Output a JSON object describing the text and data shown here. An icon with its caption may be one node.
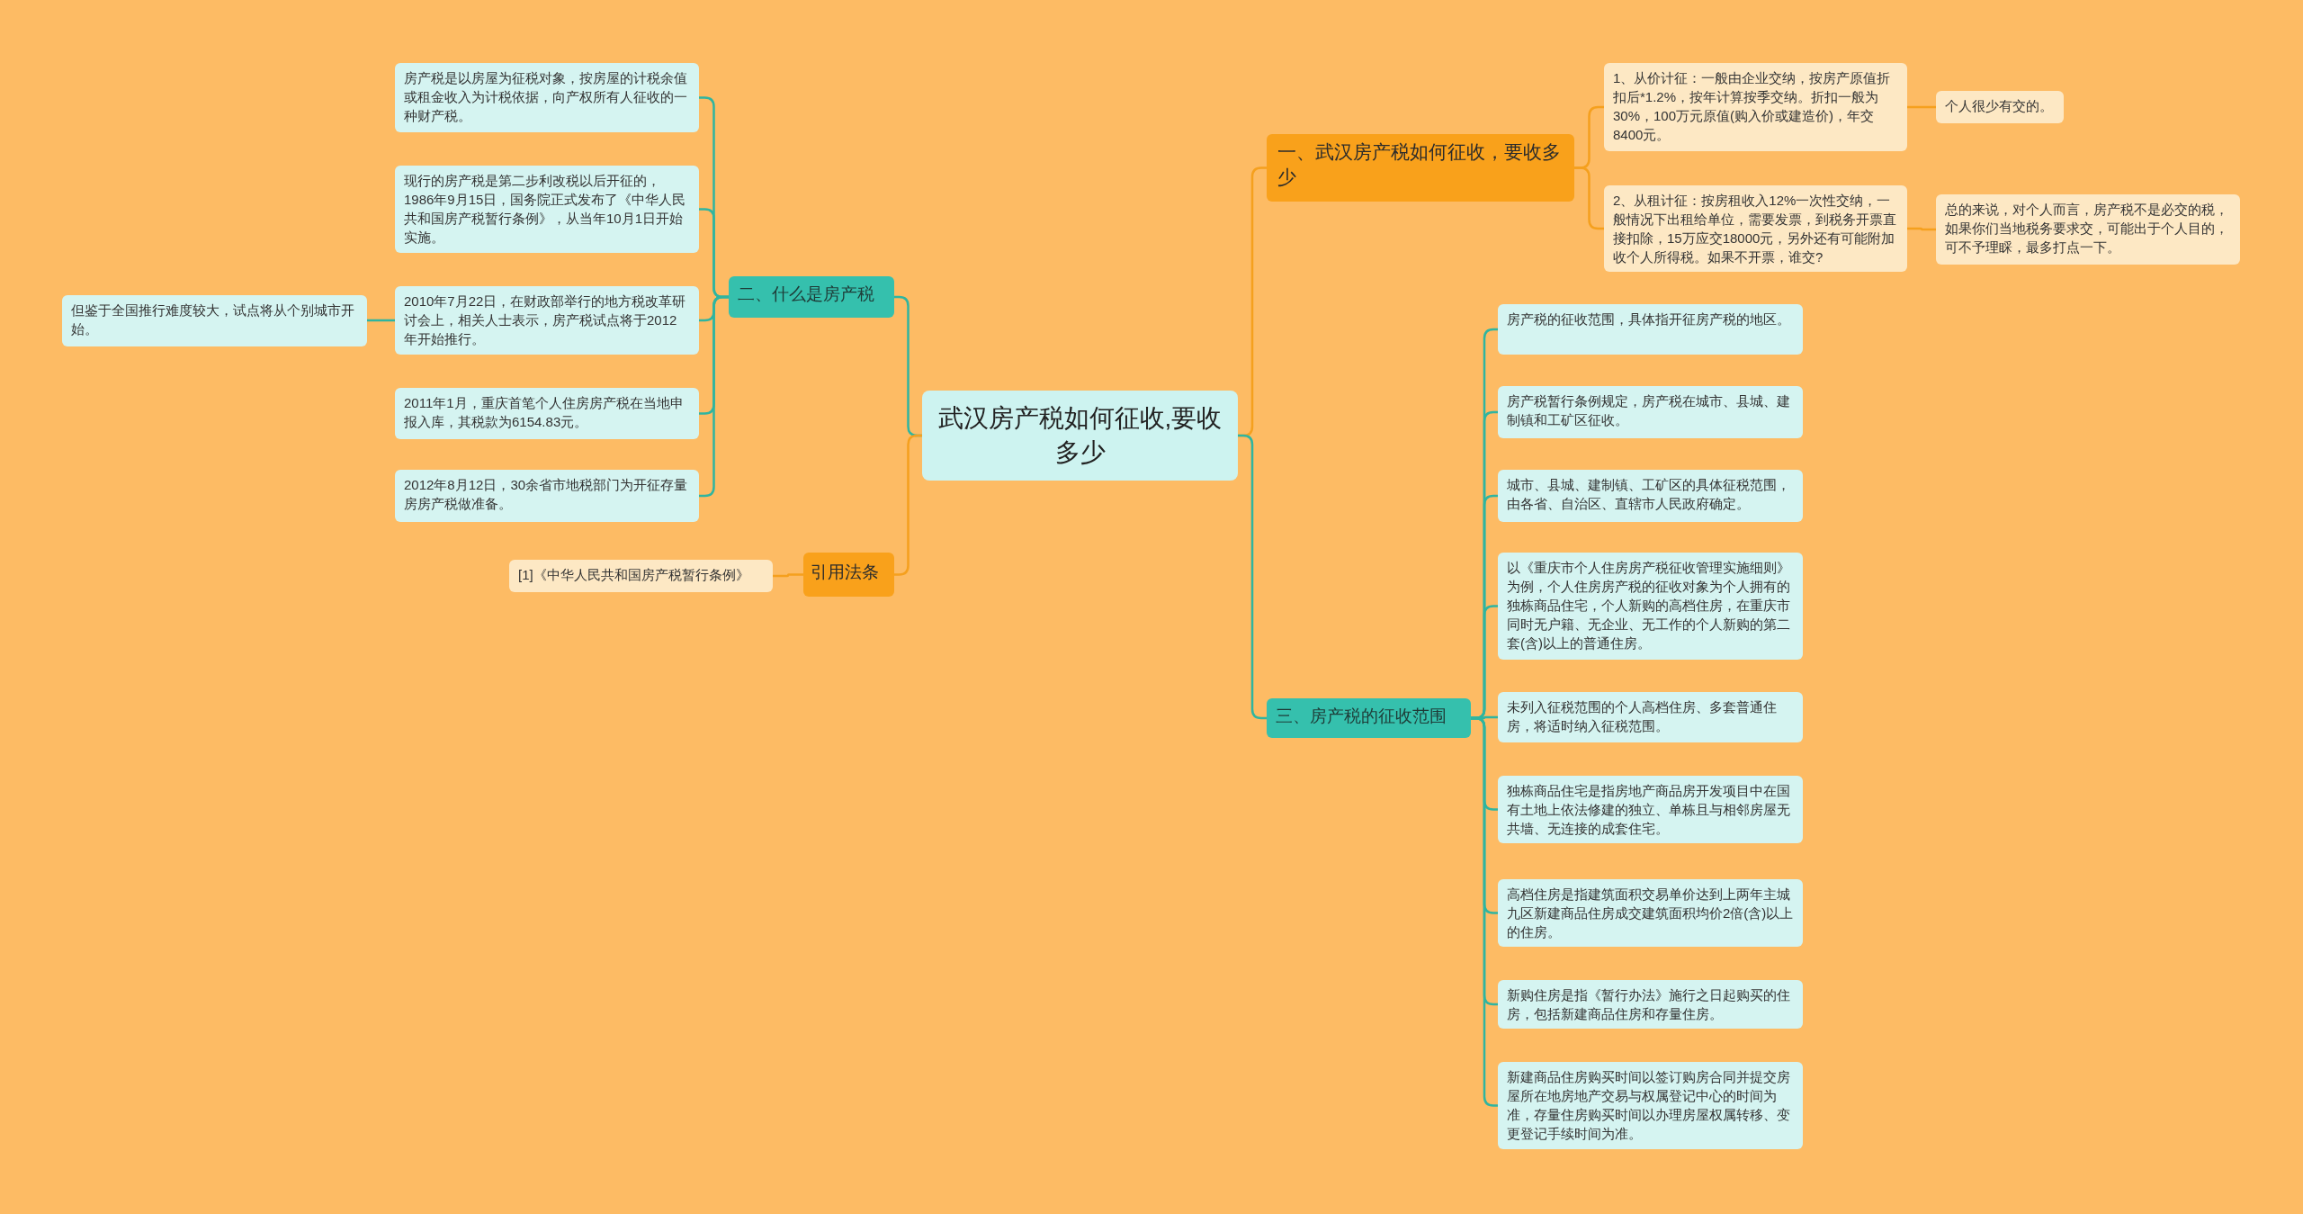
{
  "diagram": {
    "nodes": [
      {
        "text": [
          "武汉房产税如何征收,要收多少"
        ]
      },
      {
        "text": [
          "一、武汉房产税如何征收，要收多少"
        ]
      },
      {
        "text": [
          "1、从价计征：一般由企业交纳，按房产原值折扣后*1.2%，按年计算按季交纳。折扣一般为30%，100万元原值(购入价或建造价)，年交8400元。"
        ]
      },
      {
        "text": [
          "个人很少有交的。"
        ]
      },
      {
        "text": [
          "2、从租计征：按房租收入12%一次性交纳，一般情况下出租给单位，需要发票，到税务开票直接扣除，15万应交18000元，另外还有可能附加收个人所得税。如果不开票，谁交?"
        ]
      },
      {
        "text": [
          "总的来说，对个人而言，房产税不是必交的税，如果你们当地税务要求交，可能出于个人目的，可不予理睬，最多打点一下。"
        ]
      },
      {
        "text": [
          "三、房产税的征收范围"
        ]
      },
      {
        "text": [
          "房产税的征收范围，具体指开征房产税的地区。"
        ]
      },
      {
        "text": [
          "房产税暂行条例规定，房产税在城市、县城、建制镇和工矿区征收。"
        ]
      },
      {
        "text": [
          "城市、县城、建制镇、工矿区的具体征税范围，由各省、自治区、直辖市人民政府确定。"
        ]
      },
      {
        "text": [
          "以《重庆市个人住房房产税征收管理实施细则》为例，个人住房房产税的征收对象为个人拥有的独栋商品住宅，个人新购的高档住房，在重庆市同时无户籍、无企业、无工作的个人新购的第二套(含)以上的普通住房。"
        ]
      },
      {
        "text": [
          "未列入征税范围的个人高档住房、多套普通住房，将适时纳入征税范围。"
        ]
      },
      {
        "text": [
          "独栋商品住宅是指房地产商品房开发项目中在国有土地上依法修建的独立、单栋且与相邻房屋无共墙、无连接的成套住宅。"
        ]
      },
      {
        "text": [
          "高档住房是指建筑面积交易单价达到上两年主城九区新建商品住房成交建筑面积均价2倍(含)以上的住房。"
        ]
      },
      {
        "text": [
          "新购住房是指《暂行办法》施行之日起购买的住房，包括新建商品住房和存量住房。"
        ]
      },
      {
        "text": [
          "新建商品住房购买时间以签订购房合同并提交房屋所在地房地产交易与权属登记中心的时间为准，存量住房购买时间以办理房屋权属转移、变更登记手续时间为准。"
        ]
      },
      {
        "text": [
          "二、什么是房产税"
        ]
      },
      {
        "text": [
          "房产税是以房屋为征税对象，按房屋的计税余值或租金收入为计税依据，向产权所有人征收的一种财产税。"
        ]
      },
      {
        "text": [
          "现行的房产税是第二步利改税以后开征的，1986年9月15日，国务院正式发布了《中华人民共和国房产税暂行条例》，从当年10月1日开始实施。"
        ]
      },
      {
        "text": [
          "2010年7月22日，在财政部举行的地方税改革研讨会上，相关人士表示，房产税试点将于2012年开始推行。"
        ]
      },
      {
        "text": [
          "2011年1月，重庆首笔个人住房房产税在当地申报入库，其税款为6154.83元。"
        ]
      },
      {
        "text": [
          "2012年8月12日，30余省市地税部门为开征存量房房产税做准备。"
        ]
      },
      {
        "text": [
          "但鉴于全国推行难度较大，试点将从个别城市开始。"
        ]
      },
      {
        "text": [
          "引用法条"
        ]
      },
      {
        "text": [
          "[1]《中华人民共和国房产税暂行条例》"
        ]
      }
    ],
    "edges": [
      {
        "from": 0,
        "to": 1,
        "arrow": "none",
        "color": "#f5a01e"
      },
      {
        "from": 1,
        "to": 2,
        "arrow": "none",
        "color": "#f5a01e"
      },
      {
        "from": 2,
        "to": 3,
        "arrow": "none",
        "color": "#f5a01e"
      },
      {
        "from": 1,
        "to": 4,
        "arrow": "none",
        "color": "#f5a01e"
      },
      {
        "from": 4,
        "to": 5,
        "arrow": "none",
        "color": "#f5a01e"
      },
      {
        "from": 0,
        "to": 6,
        "arrow": "none"
      },
      {
        "from": 6,
        "to": 7,
        "arrow": "none"
      },
      {
        "from": 6,
        "to": 8,
        "arrow": "none"
      },
      {
        "from": 6,
        "to": 9,
        "arrow": "none"
      },
      {
        "from": 6,
        "to": 10,
        "arrow": "none"
      },
      {
        "from": 6,
        "to": 11,
        "arrow": "none"
      },
      {
        "from": 6,
        "to": 12,
        "arrow": "none"
      },
      {
        "from": 6,
        "to": 13,
        "arrow": "none"
      },
      {
        "from": 6,
        "to": 14,
        "arrow": "none"
      },
      {
        "from": 6,
        "to": 15,
        "arrow": "none"
      },
      {
        "from": 0,
        "to": 16,
        "arrow": "none"
      },
      {
        "from": 16,
        "to": 17,
        "arrow": "none"
      },
      {
        "from": 16,
        "to": 18,
        "arrow": "none"
      },
      {
        "from": 16,
        "to": 19,
        "arrow": "none"
      },
      {
        "from": 16,
        "to": 20,
        "arrow": "none"
      },
      {
        "from": 16,
        "to": 21,
        "arrow": "none"
      },
      {
        "from": 19,
        "to": 22,
        "arrow": "none"
      },
      {
        "from": 0,
        "to": 23,
        "arrow": "none",
        "color": "#f5a01e"
      },
      {
        "from": 23,
        "to": 24,
        "arrow": "none",
        "color": "#f5a01e"
      }
    ]
  }
}
